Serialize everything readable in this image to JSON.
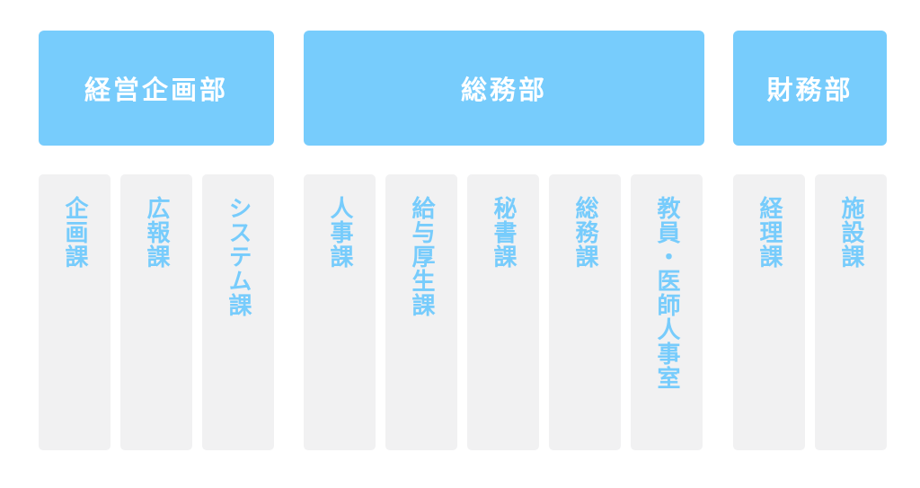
{
  "departments": [
    {
      "name": "経営企画部",
      "sections": [
        "企画課",
        "広報課",
        "システム課"
      ]
    },
    {
      "name": "総務部",
      "sections": [
        "人事課",
        "給与厚生課",
        "秘書課",
        "総務課",
        "教員・医師人事室"
      ]
    },
    {
      "name": "財務部",
      "sections": [
        "経理課",
        "施設課"
      ]
    }
  ],
  "colors": {
    "department_fill": "#77ccfc",
    "department_text": "#ffffff",
    "section_fill": "#f1f1f2",
    "section_text": "#77ccfc"
  }
}
